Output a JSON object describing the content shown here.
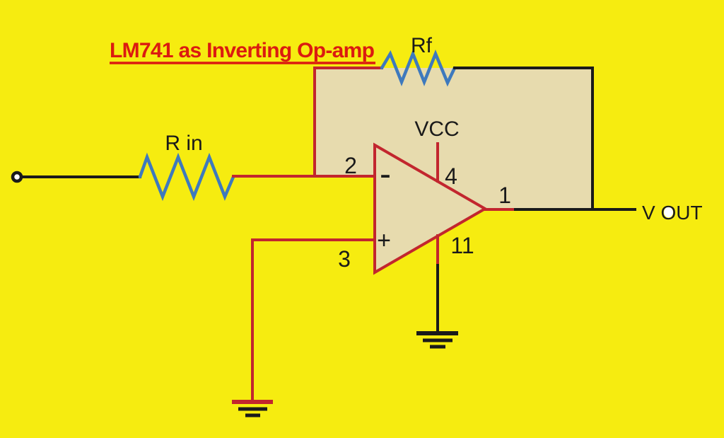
{
  "title": {
    "text": "LM741 as Inverting Op-amp",
    "color": "#DB1B10"
  },
  "labels": {
    "feedback_resistor": "Rf",
    "input_resistor": "R in",
    "vcc": "VCC",
    "output": "V OUT"
  },
  "opamp": {
    "part": "LM741",
    "inverting_sign": "-",
    "noninverting_sign": "+",
    "pin_inverting_input": "2",
    "pin_noninverting_input": "3",
    "pin_vcc": "4",
    "pin_output": "1",
    "pin_vee": "11"
  },
  "colors": {
    "background": "#F6EC10",
    "loop_fill": "#E7DBAE",
    "wire_red": "#C2262E",
    "wire_black": "#1A1A1A",
    "resistor_blue": "#3E79BD",
    "title_red": "#DB1B10",
    "terminal_fill": "#FFFFFF"
  }
}
